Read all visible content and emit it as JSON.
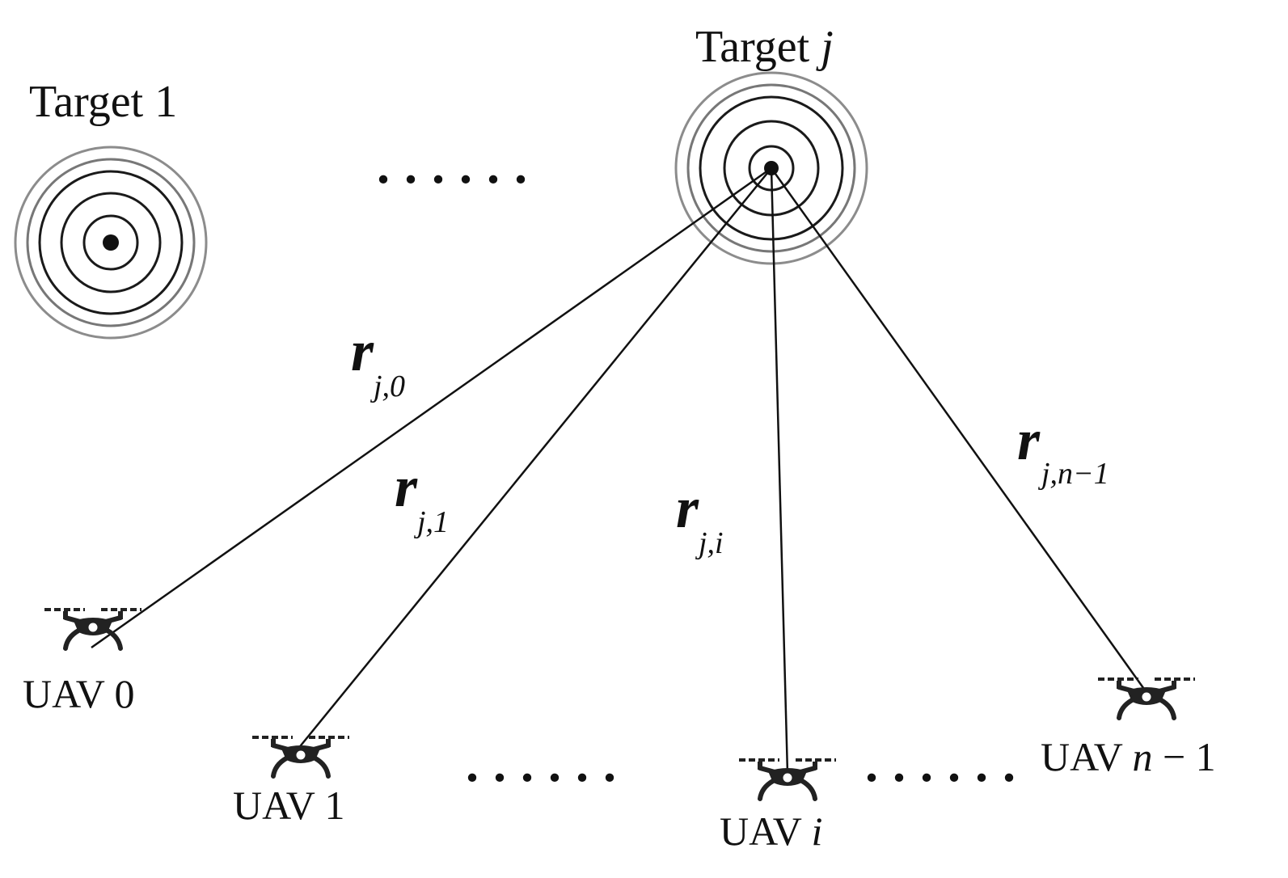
{
  "colors": {
    "ink": "#111111",
    "ring_light": "#8c8c8c",
    "ring_dark": "#1a1a1a"
  },
  "targets": [
    {
      "id": "target-1",
      "label_prefix": "Target ",
      "label_var": "1",
      "var_italic": false
    },
    {
      "id": "target-j",
      "label_prefix": "Target ",
      "label_var": "j",
      "var_italic": true
    }
  ],
  "uavs": [
    {
      "id": "uav-0",
      "label_prefix": "UAV ",
      "label_var": "0",
      "var_italic": false
    },
    {
      "id": "uav-1",
      "label_prefix": "UAV ",
      "label_var": "1",
      "var_italic": false
    },
    {
      "id": "uav-i",
      "label_prefix": "UAV ",
      "label_var": "i",
      "var_italic": true
    },
    {
      "id": "uav-n-1",
      "label_prefix": "UAV ",
      "label_var": "n",
      "label_suffix": " − 1",
      "var_italic": true
    }
  ],
  "links": [
    {
      "id": "r-j-0",
      "symbol": "r",
      "sub": "j,0"
    },
    {
      "id": "r-j-1",
      "symbol": "r",
      "sub": "j,1"
    },
    {
      "id": "r-j-i",
      "symbol": "r",
      "sub": "j,i"
    },
    {
      "id": "r-j-n-1",
      "symbol": "r",
      "sub": "j,n−1"
    }
  ],
  "ellipses": [
    "......",
    "......",
    "......"
  ]
}
